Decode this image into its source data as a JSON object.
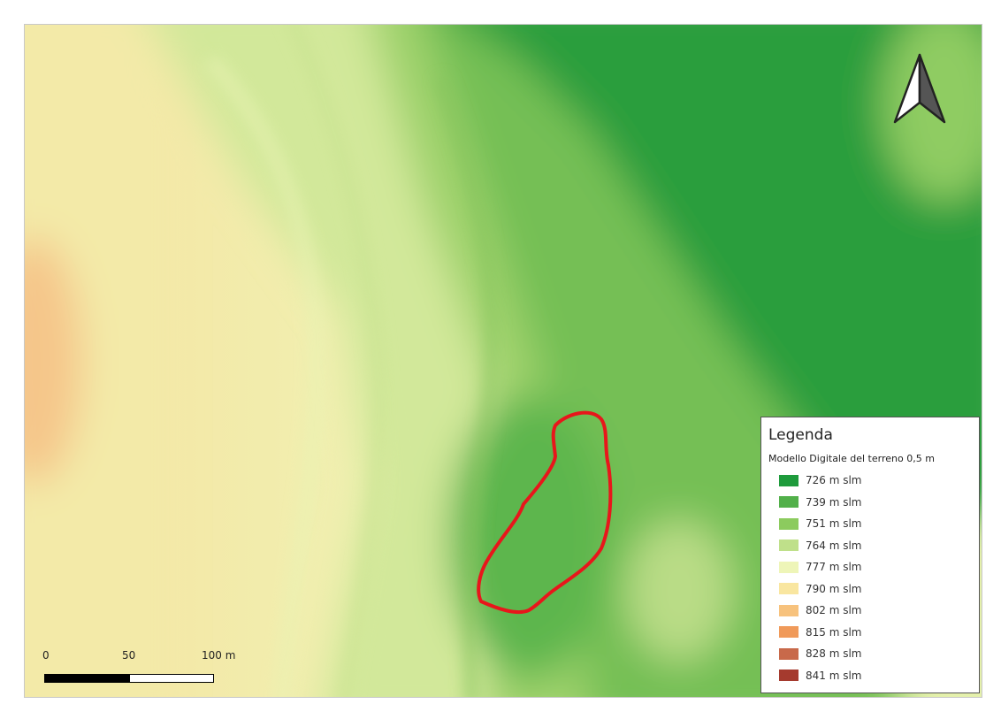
{
  "legend": {
    "title": "Legenda",
    "subtitle": "Modello Digitale del terreno 0,5 m",
    "items": [
      {
        "label": "726 m slm",
        "color": "#1e9b3c"
      },
      {
        "label": "739 m slm",
        "color": "#52b04a"
      },
      {
        "label": "751 m slm",
        "color": "#8ccb5e"
      },
      {
        "label": "764 m slm",
        "color": "#bfe08a"
      },
      {
        "label": "777 m slm",
        "color": "#eef5b8"
      },
      {
        "label": "790 m slm",
        "color": "#f9e6a0"
      },
      {
        "label": "802 m slm",
        "color": "#f7c27d"
      },
      {
        "label": "815 m slm",
        "color": "#f09a5a"
      },
      {
        "label": "828 m slm",
        "color": "#c8694a"
      },
      {
        "label": "841 m slm",
        "color": "#a53a2e"
      }
    ]
  },
  "scale_bar": {
    "labels": [
      "0",
      "50",
      "100 m"
    ]
  },
  "study_area": {
    "outline_color": "#e8161b"
  },
  "north_arrow": {
    "icon": "north-arrow-icon"
  }
}
